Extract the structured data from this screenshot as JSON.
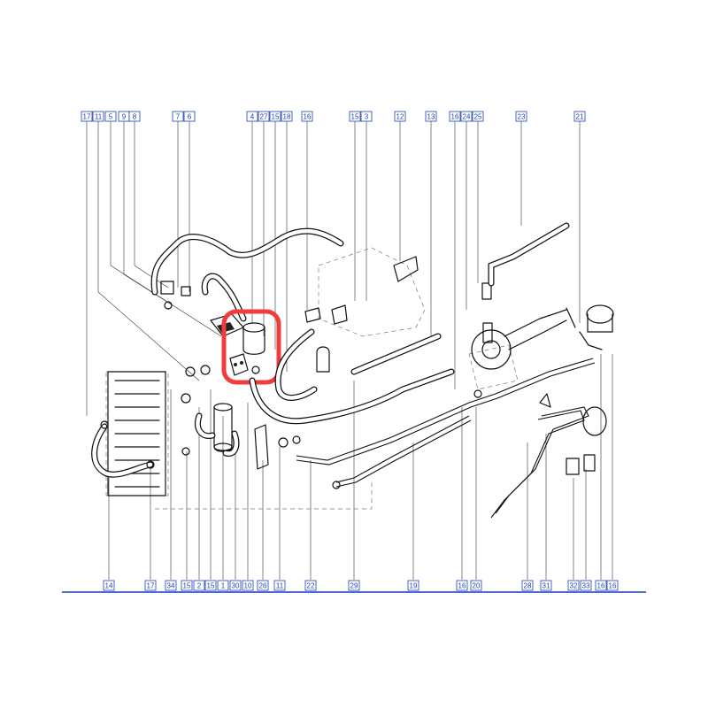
{
  "labels_top": [
    "17",
    "11",
    "5",
    "9",
    "8",
    "7",
    "6",
    "4",
    "27",
    "15",
    "18",
    "16",
    "15",
    "3",
    "12",
    "13",
    "16",
    "24",
    "25",
    "23",
    "21"
  ],
  "labels_bottom": [
    "14",
    "17",
    "34",
    "15",
    "2",
    "15",
    "1",
    "30",
    "10",
    "26",
    "11",
    "22",
    "29",
    "19",
    "16",
    "20",
    "28",
    "31",
    "32",
    "33",
    "16",
    "16"
  ],
  "highlight": {
    "color": "#f03c3c",
    "part_number": "4"
  }
}
